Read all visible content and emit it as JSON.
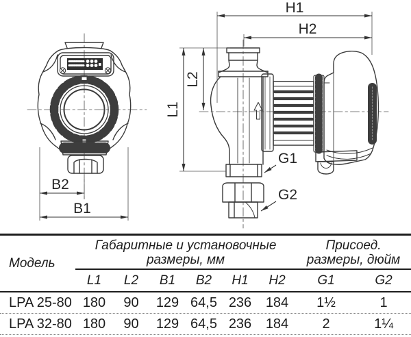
{
  "drawing": {
    "labels": {
      "H1": "H1",
      "H2": "H2",
      "L1": "L1",
      "L2": "L2",
      "B1": "B1",
      "B2": "B2",
      "G1": "G1",
      "G2": "G2"
    }
  },
  "table": {
    "model_header": "Модель",
    "groups": {
      "dimensions": {
        "line1": "Габаритные и установочные",
        "line2": "размеры, мм"
      },
      "connections": {
        "line1": "Присоед.",
        "line2": "размеры, дюйм"
      }
    },
    "columns": [
      "L1",
      "L2",
      "B1",
      "B2",
      "H1",
      "H2",
      "G1",
      "G2"
    ],
    "rows": [
      {
        "model": "LPA 25-80",
        "values": [
          "180",
          "90",
          "129",
          "64,5",
          "236",
          "184",
          "1½",
          "1"
        ]
      },
      {
        "model": "LPA 32-80",
        "values": [
          "180",
          "90",
          "129",
          "64,5",
          "236",
          "184",
          "2",
          "1¼"
        ]
      }
    ]
  },
  "colors": {
    "line": "#3a3a3a",
    "dim_line": "#333333",
    "text": "#1f1f1f"
  }
}
